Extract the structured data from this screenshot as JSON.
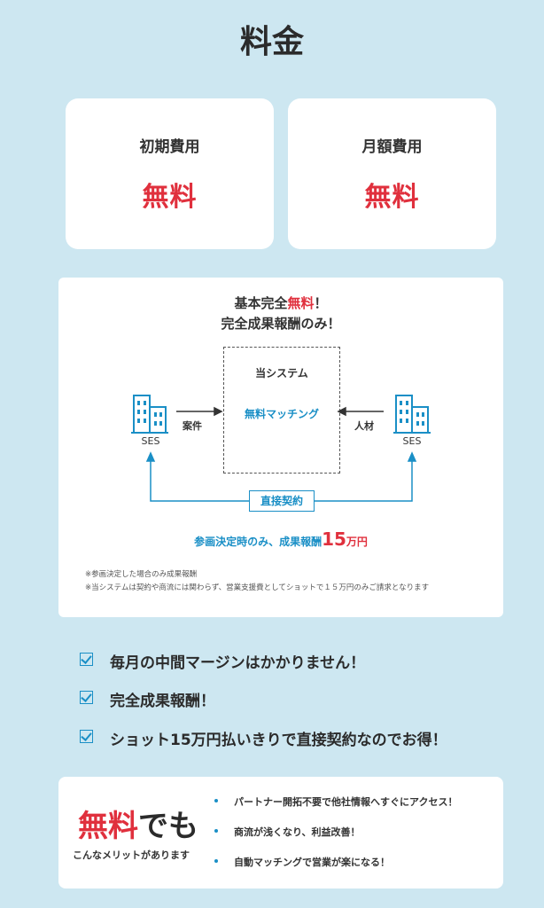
{
  "page_title": "料金",
  "fees": [
    {
      "label": "初期費用",
      "value": "無料"
    },
    {
      "label": "月額費用",
      "value": "無料"
    }
  ],
  "diagram": {
    "headline1_prefix": "基本完全",
    "headline1_highlight": "無料",
    "headline1_suffix": "！",
    "headline2": "完全成果報酬のみ！",
    "system_title": "当システム",
    "matching_label": "無料マッチング",
    "left_flow_label": "案件",
    "right_flow_label": "人材",
    "left_company_label": "SES",
    "right_company_label": "SES",
    "direct_contract_label": "直接契約",
    "result_text": "参画決定時のみ、成果報酬",
    "result_amount": "15",
    "result_unit": "万円",
    "note1": "※参画決定した場合のみ成果報酬",
    "note2": "※当システムは契約や商流には関わらず、営業支援費としてショットで１５万円のみご請求となります",
    "accent_color": "#1a8fc6",
    "highlight_color": "#e0303d"
  },
  "checklist": [
    "毎月の中間マージンはかかりません！",
    "完全成果報酬！",
    "ショット15万円払いきりで直接契約なのでお得！"
  ],
  "merit": {
    "free_word": "無料",
    "free_suffix": "でも",
    "subtitle": "こんなメリットがあります",
    "bullets": [
      "パートナー開拓不要で他社情報へすぐにアクセス！",
      "商流が浅くなり、利益改善！",
      "自動マッチングで営業が楽になる！"
    ]
  }
}
